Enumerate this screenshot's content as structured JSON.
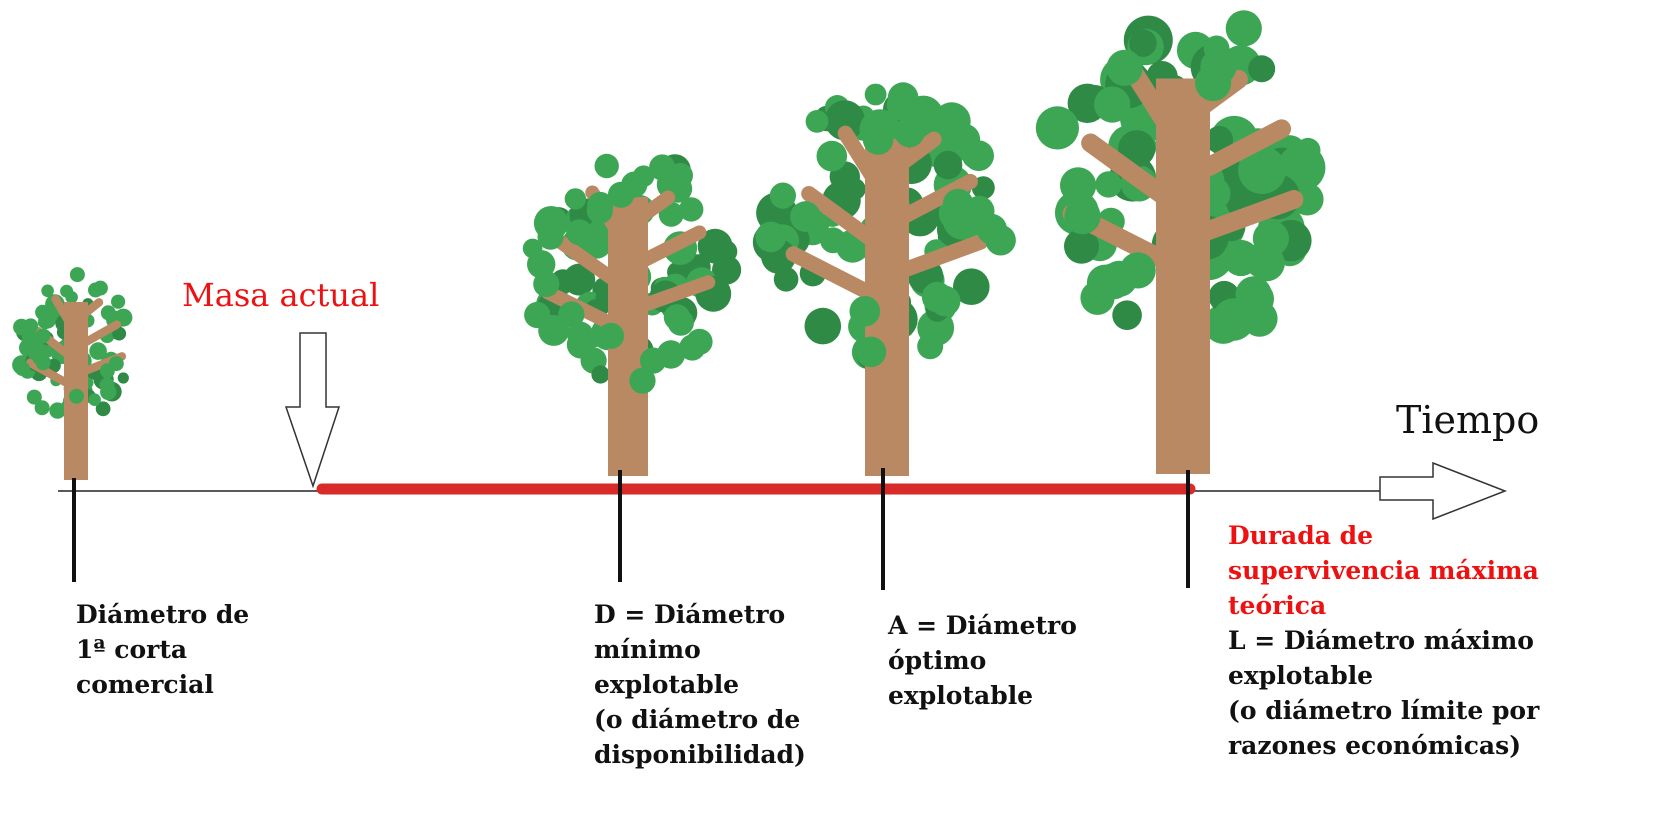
{
  "colors": {
    "foliage": "#3da655",
    "foliage_dark": "#2e8a45",
    "trunk": "#b98964",
    "timeline_red": "#d92a2a",
    "accent_red": "#ee1111",
    "text": "#111111"
  },
  "masa_actual_label": "Masa actual",
  "axis_label": "Tiempo",
  "markers": [
    {
      "id": "primera-corta",
      "label": "Diámetro de\n 1ª corta\ncomercial"
    },
    {
      "id": "diametro-minimo",
      "label": "D = Diámetro\nmínimo\nexplotable\n(o diámetro de\ndisponibilidad)"
    },
    {
      "id": "diametro-optimo",
      "label": "A = Diámetro\nóptimo\nexplotable"
    },
    {
      "id": "diametro-maximo",
      "highlight": "Durada de\nsupervivencia máxima\nteórica",
      "label": "L = Diámetro máximo\nexplotable\n(o diámetro límite por\nrazones económicas)"
    }
  ],
  "icons": {
    "arrow_down": "hollow-down-arrow-icon",
    "arrow_right": "hollow-right-arrow-icon",
    "tree": "tree-icon"
  }
}
